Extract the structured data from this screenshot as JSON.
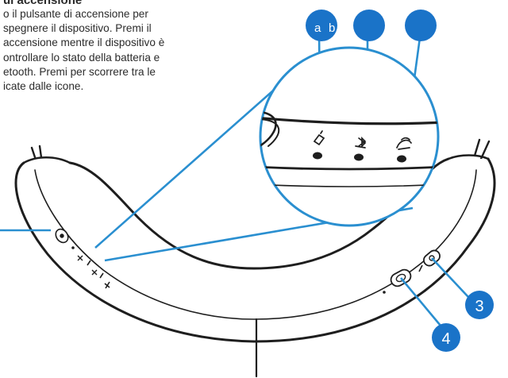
{
  "instructions": {
    "heading": "ul accensione",
    "lines": [
      "o il pulsante di accensione per",
      "spegnere il dispositivo. Premi il",
      "accensione mentre il dispositivo è",
      "ontrollare lo stato della batteria e",
      "etooth. Premi per scorrere tra le",
      "icate dalle icone."
    ]
  },
  "callouts": {
    "a": "a",
    "b": "b",
    "c": "",
    "d": "",
    "three": "3",
    "four": "4"
  },
  "colors": {
    "callout_fill": "#1a73c8",
    "pointer_line": "#2a8fd0",
    "outline": "#1e1e1e",
    "text": "#2b2b2b"
  },
  "icons": [
    "battery-icon",
    "bluetooth-icon",
    "voice-assistant-icon",
    "power-button-icon",
    "volume-button-icon"
  ]
}
